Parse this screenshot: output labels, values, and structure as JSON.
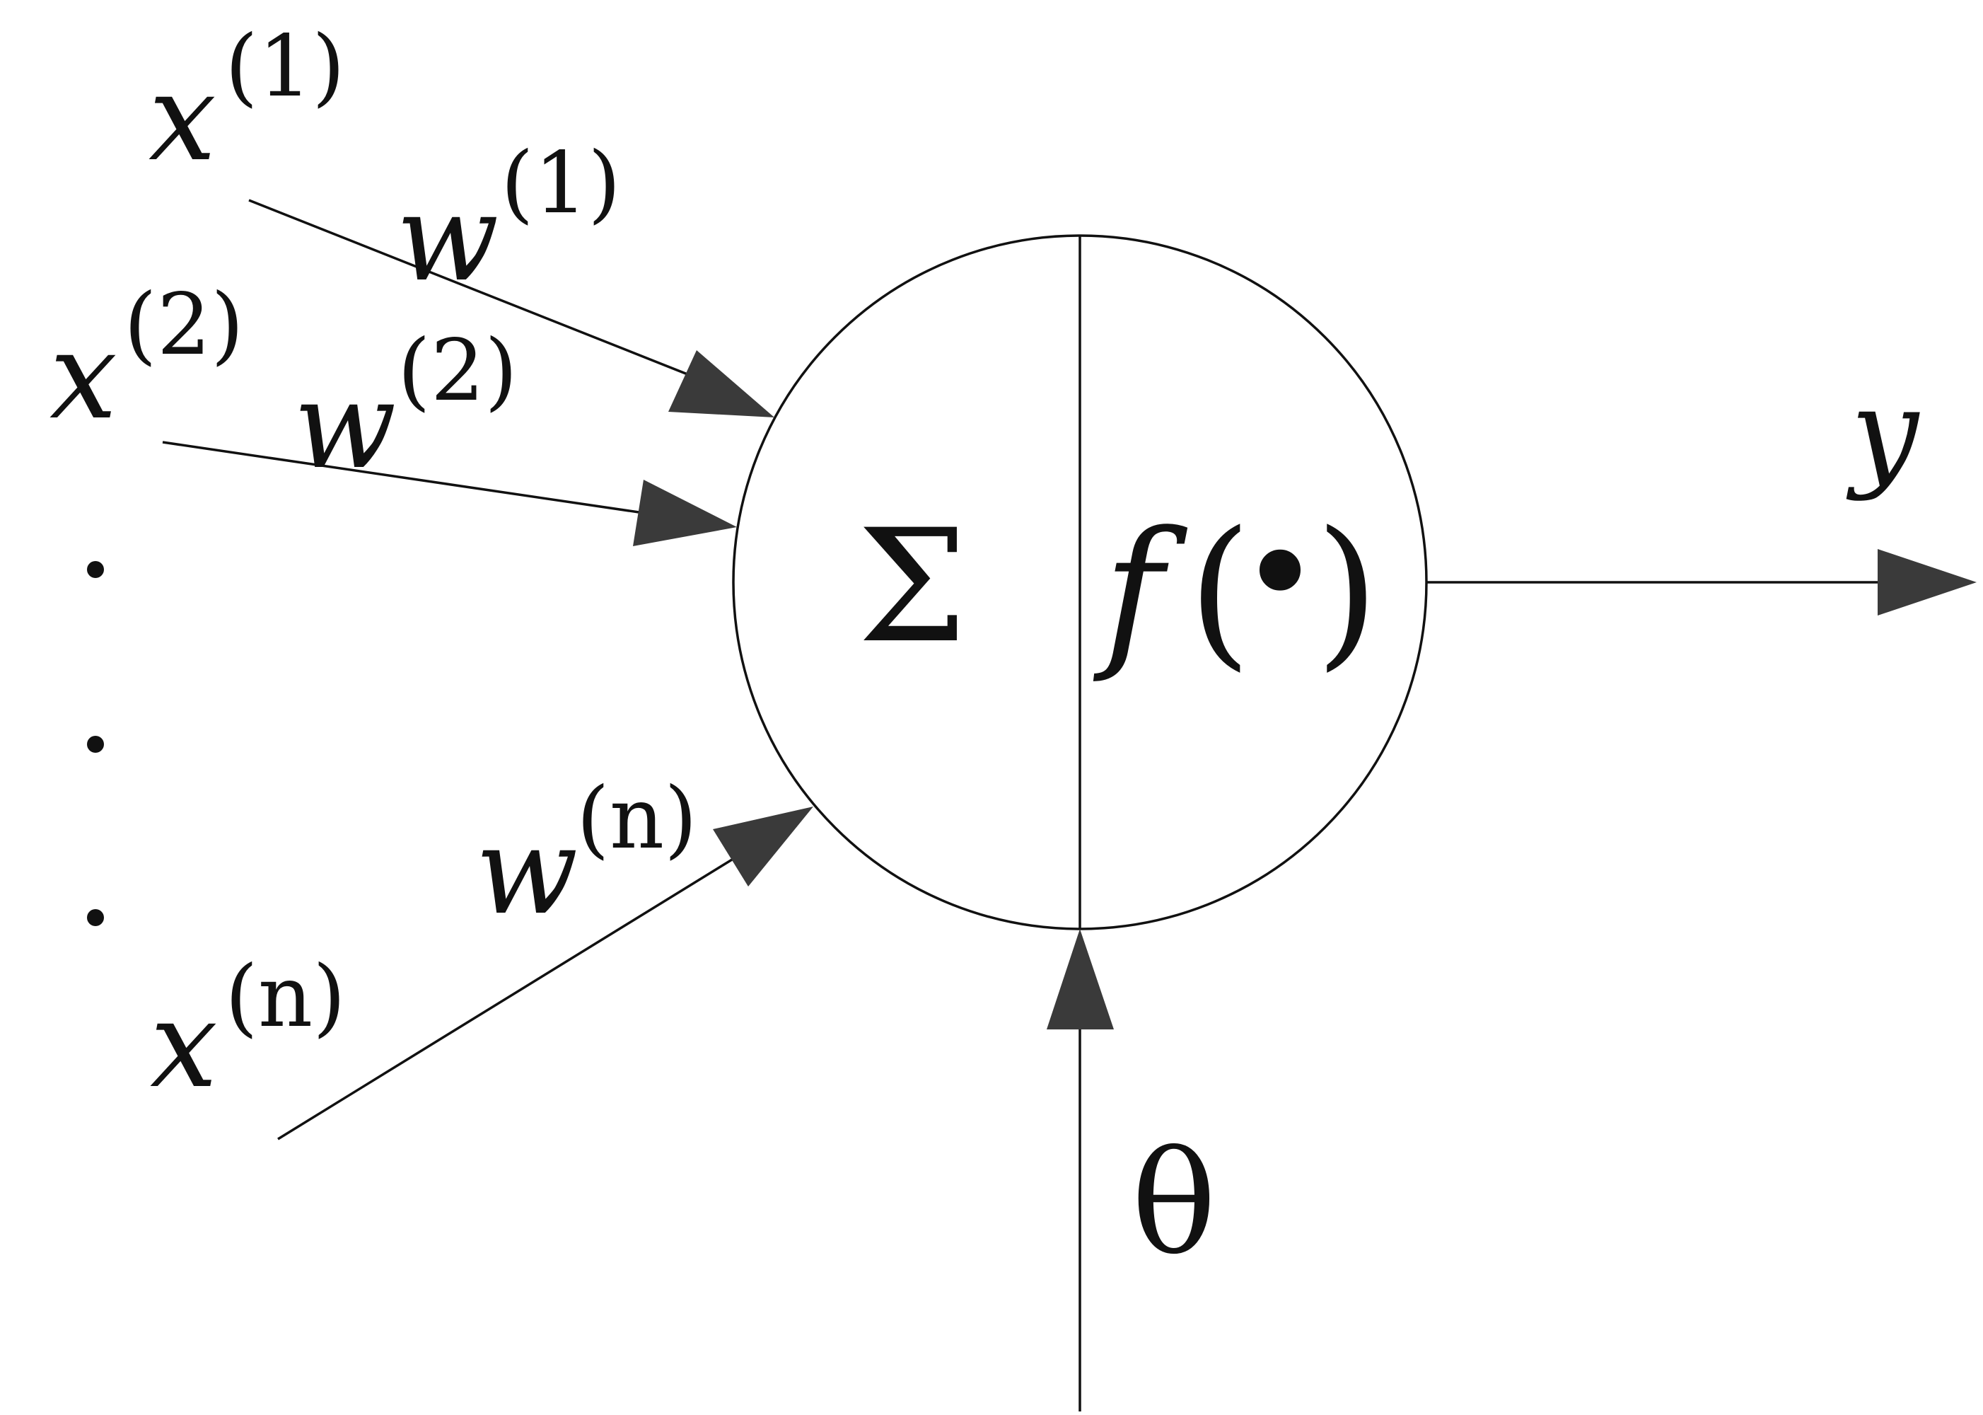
{
  "neuron": {
    "sum_symbol": "Σ",
    "activation": {
      "func": "f",
      "open": "(",
      "arg": "•",
      "close": ")"
    },
    "bias": "θ",
    "output": "y"
  },
  "inputs": [
    {
      "x": "x",
      "x_index": "(1)",
      "w": "w",
      "w_index": "(1)"
    },
    {
      "x": "x",
      "x_index": "(2)",
      "w": "w",
      "w_index": "(2)"
    },
    {
      "x": "x",
      "x_index": "(n)",
      "w": "w",
      "w_index": "(n)"
    }
  ],
  "colors": {
    "stroke": "#111111",
    "arrowhead": "#3a3a3a",
    "background": "#ffffff"
  }
}
